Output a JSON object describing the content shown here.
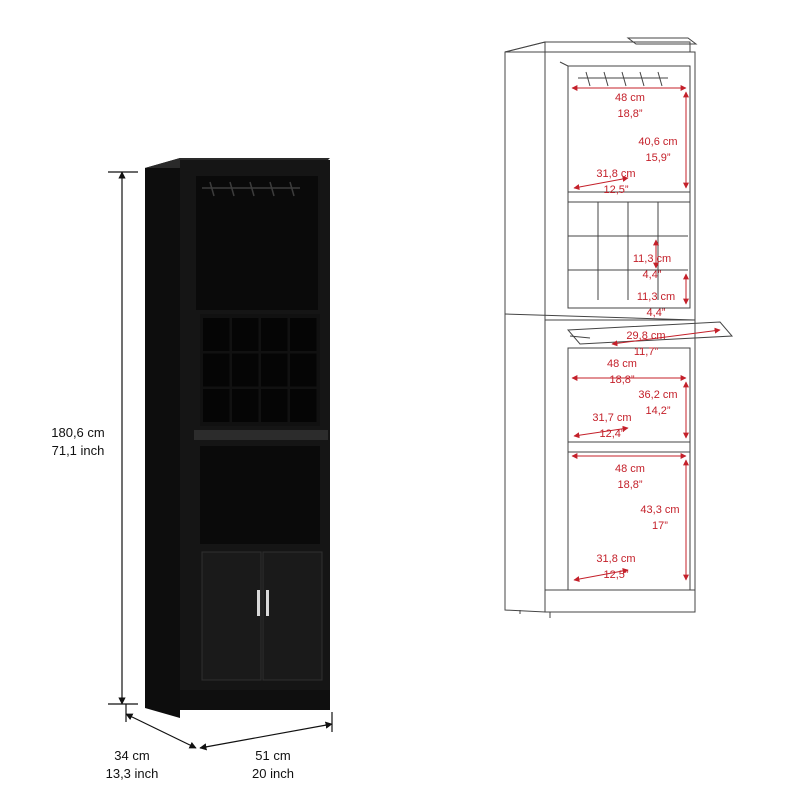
{
  "colors": {
    "cabinet_body": "#151515",
    "cabinet_edge": "#2a2a2a",
    "handle": "#d9d9d9",
    "outline": "#444444",
    "dimension_red": "#c4202a",
    "dimension_dark": "#111111"
  },
  "icons": {
    "door_handle": "bar-handle-icon",
    "dimension_arrow": "double-arrow-icon"
  },
  "overall_dimensions": {
    "height_cm": "180,6 cm",
    "height_in": "71,1 inch",
    "depth_cm": "34 cm",
    "depth_in": "13,3 inch",
    "width_cm": "51 cm",
    "width_in": "20 inch"
  },
  "interior_dimensions": {
    "top_width_cm": "48 cm",
    "top_width_in": "18,8”",
    "top_height_cm": "40,6 cm",
    "top_height_in": "15,9”",
    "top_depth_cm": "31,8 cm",
    "top_depth_in": "12,5”",
    "cubby1_cm": "11,3 cm",
    "cubby1_in": "4,4”",
    "cubby2_cm": "11,3 cm",
    "cubby2_in": "4,4”",
    "tray_depth_cm": "29,8 cm",
    "tray_depth_in": "11,7”",
    "mid_width_cm": "48 cm",
    "mid_width_in": "18,8”",
    "mid_height_cm": "36,2 cm",
    "mid_height_in": "14,2”",
    "mid_depth_cm": "31,7 cm",
    "mid_depth_in": "12,4”",
    "low_width_cm": "48 cm",
    "low_width_in": "18,8”",
    "low_height_cm": "43,3 cm",
    "low_height_in": "17”",
    "low_depth_cm": "31,8 cm",
    "low_depth_in": "12,5”"
  }
}
